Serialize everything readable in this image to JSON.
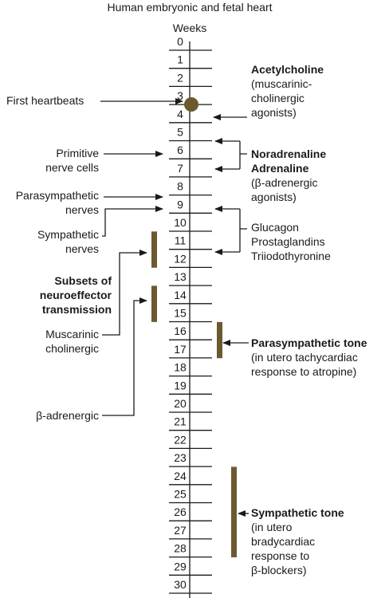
{
  "title": "Human embryonic and fetal heart",
  "axis_label": "Weeks",
  "weeks": [
    "0",
    "1",
    "2",
    "3",
    "4",
    "5",
    "6",
    "7",
    "8",
    "9",
    "10",
    "11",
    "12",
    "13",
    "14",
    "15",
    "16",
    "17",
    "18",
    "19",
    "20",
    "21",
    "22",
    "23",
    "24",
    "25",
    "26",
    "27",
    "28",
    "29",
    "30"
  ],
  "left_labels": {
    "first_heartbeats": "First heartbeats",
    "primitive_nerve_1": "Primitive",
    "primitive_nerve_2": "nerve cells",
    "parasympathetic_nerves_1": "Parasympathetic",
    "parasympathetic_nerves_2": "nerves",
    "sympathetic_nerves_1": "Sympathetic",
    "sympathetic_nerves_2": "nerves",
    "subsets_1": "Subsets of",
    "subsets_2": "neuroeffector",
    "subsets_3": "transmission",
    "muscarinic_1": "Muscarinic",
    "muscarinic_2": "cholinergic",
    "beta_adrenergic": "β-adrenergic"
  },
  "right_labels": {
    "acetylcholine": "Acetylcholine",
    "acetylcholine_sub_1": "(muscarinic-",
    "acetylcholine_sub_2": "cholinergic",
    "acetylcholine_sub_3": "agonists)",
    "noradrenaline": "Noradrenaline",
    "adrenaline": "Adrenaline",
    "adrenergic_sub_1": "(β-adrenergic",
    "adrenergic_sub_2": "agonists)",
    "glucagon": "Glucagon",
    "prostaglandins": "Prostaglandins",
    "triiodothyronine": "Triiodothyronine",
    "parasympathetic_tone": "Parasympathetic tone",
    "parasympathetic_tone_sub_1": "(in utero tachycardiac",
    "parasympathetic_tone_sub_2": "response to atropine)",
    "sympathetic_tone": "Sympathetic tone",
    "sympathetic_tone_sub_1": "(in utero",
    "sympathetic_tone_sub_2": "bradycardiac",
    "sympathetic_tone_sub_3": "response to",
    "sympathetic_tone_sub_4": "β-blockers)"
  },
  "colors": {
    "bar": "#6b5a2e",
    "line": "#1a1a1a"
  },
  "events": {
    "first_heartbeats_week": 3.5,
    "muscarinic_bar_weeks": [
      10.5,
      12.5
    ],
    "beta_adrenergic_bar_weeks": [
      13.5,
      15.5
    ],
    "parasympathetic_tone_bar_weeks": [
      15.5,
      17.5
    ],
    "sympathetic_tone_bar_weeks": [
      23.5,
      28.5
    ]
  }
}
